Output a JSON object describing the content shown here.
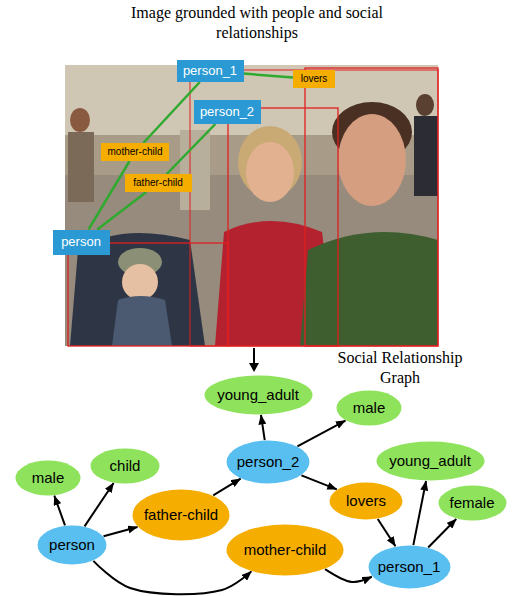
{
  "diagram": {
    "title": "Image grounded with people and social relationships",
    "nodes": [
      {
        "text": [
          "person_1"
        ]
      },
      {
        "text": [
          "lovers"
        ]
      },
      {
        "text": [
          "person_2"
        ]
      },
      {
        "text": [
          "mother-child"
        ]
      },
      {
        "text": [
          "father-child"
        ]
      },
      {
        "text": [
          "person"
        ]
      },
      {
        "text": [
          "young_adult"
        ]
      },
      {
        "text": [
          "male"
        ]
      },
      {
        "text": [
          "male"
        ]
      },
      {
        "text": [
          "child"
        ]
      },
      {
        "text": [
          "person_2"
        ]
      },
      {
        "text": [
          "young_adult"
        ]
      },
      {
        "text": [
          "father-child"
        ]
      },
      {
        "text": [
          "lovers"
        ]
      },
      {
        "text": [
          "female"
        ]
      },
      {
        "text": [
          "person"
        ]
      },
      {
        "text": [
          "mother-child"
        ]
      },
      {
        "text": [
          "person_1"
        ]
      }
    ],
    "edges": [
      {
        "from": 5,
        "to": 3,
        "arrow": "none"
      },
      {
        "from": 3,
        "to": 0,
        "arrow": "none"
      },
      {
        "from": 5,
        "to": 4,
        "arrow": "none"
      },
      {
        "from": 4,
        "to": 2,
        "arrow": "none"
      },
      {
        "from": 0,
        "to": 1,
        "arrow": "none"
      },
      {
        "from": 15,
        "to": 8,
        "arrow": "to"
      },
      {
        "from": 15,
        "to": 9,
        "arrow": "to"
      },
      {
        "from": 15,
        "to": 12,
        "arrow": "to"
      },
      {
        "from": 12,
        "to": 10,
        "arrow": "to"
      },
      {
        "from": 10,
        "to": 6,
        "arrow": "to"
      },
      {
        "from": 10,
        "to": 7,
        "arrow": "to"
      },
      {
        "from": 10,
        "to": 13,
        "arrow": "to"
      },
      {
        "from": 13,
        "to": 17,
        "arrow": "to"
      },
      {
        "from": 17,
        "to": 11,
        "arrow": "to"
      },
      {
        "from": 17,
        "to": 14,
        "arrow": "to"
      },
      {
        "from": 15,
        "to": 16,
        "arrow": "to"
      },
      {
        "from": 16,
        "to": 17,
        "arrow": "to"
      }
    ],
    "labels": [
      "Social Relationship Graph"
    ]
  }
}
